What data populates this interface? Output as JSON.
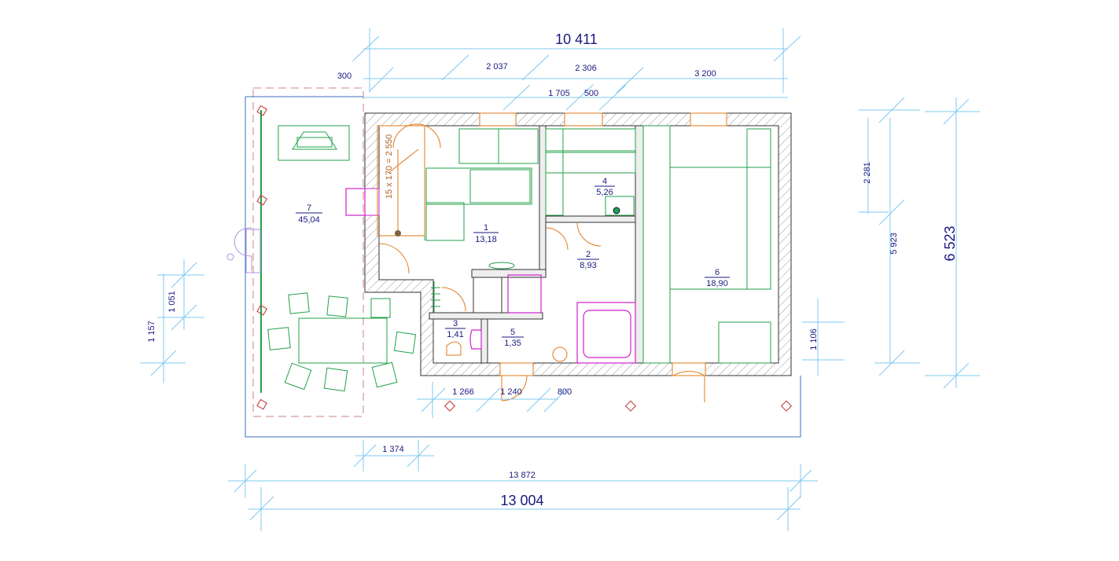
{
  "dimensions": {
    "top_total": "10 411",
    "top_seg_1": "2 037",
    "top_seg_2": "2 306",
    "top_seg_3": "3 200",
    "top_left": "300",
    "top_seg_4": "1 705",
    "top_seg_5": "500",
    "right_seg_1": "2 281",
    "right_seg_2": "5 923",
    "right_total": "6 523",
    "right_small": "1 106",
    "left_seg_1": "1 051",
    "left_seg_2": "1 157",
    "bottom_seg_1": "1 266",
    "bottom_seg_2": "1 240",
    "bottom_seg_3": "800",
    "bottom_seg_4": "1 374",
    "bottom_seg_5": "13 872",
    "bottom_total": "13 004"
  },
  "stair_label": "15 x 170 = 2 550",
  "rooms": [
    {
      "number": "1",
      "area": "13,18"
    },
    {
      "number": "2",
      "area": "8,93"
    },
    {
      "number": "3",
      "area": "1,41"
    },
    {
      "number": "4",
      "area": "5,26"
    },
    {
      "number": "5",
      "area": "1,35"
    },
    {
      "number": "6",
      "area": "18,90"
    },
    {
      "number": "7",
      "area": "45,04"
    }
  ],
  "colors": {
    "dimension_line": "#7fc8f0",
    "dimension_text": "#1a1a80",
    "furniture": "#22a04a",
    "doors": "#e07a1a",
    "fixtures": "#d020d0",
    "terrace_outline": "#d08080"
  }
}
